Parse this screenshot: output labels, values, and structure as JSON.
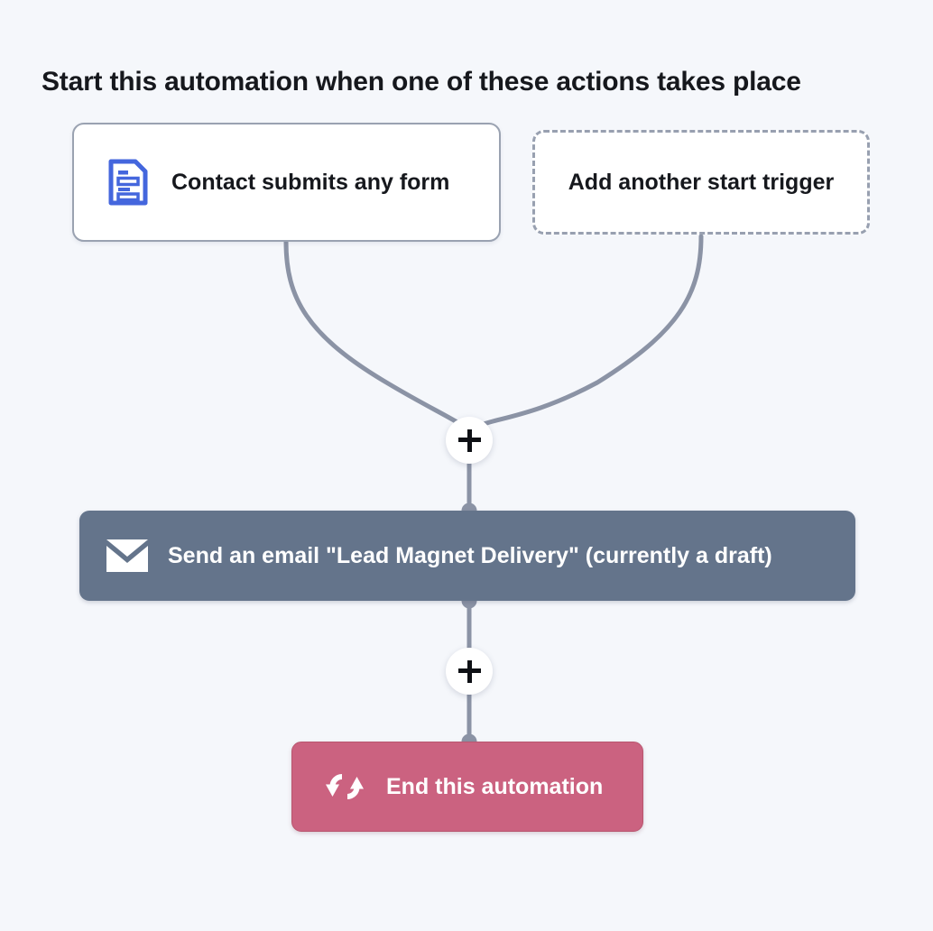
{
  "page": {
    "title": "Start this automation when one of these actions takes place",
    "background_color": "#f5f7fb"
  },
  "triggers": [
    {
      "label": "Contact submits any form",
      "icon": "form-document-icon",
      "icon_color": "#4466dd",
      "style": "solid",
      "state": "configured"
    },
    {
      "label": "Add another start trigger",
      "icon": "none",
      "style": "dashed",
      "state": "placeholder"
    }
  ],
  "steps": [
    {
      "label": "Send an email \"Lead Magnet Delivery\" (currently a draft)",
      "icon": "envelope-icon",
      "type": "action",
      "color": "#64748b"
    },
    {
      "label": "End this automation",
      "icon": "cycle-arrows-icon",
      "type": "end",
      "color": "#cb6280"
    }
  ],
  "connectors": {
    "add_step_label": "+",
    "line_color": "#8b93a5",
    "dot_color": "#8b93a5"
  }
}
